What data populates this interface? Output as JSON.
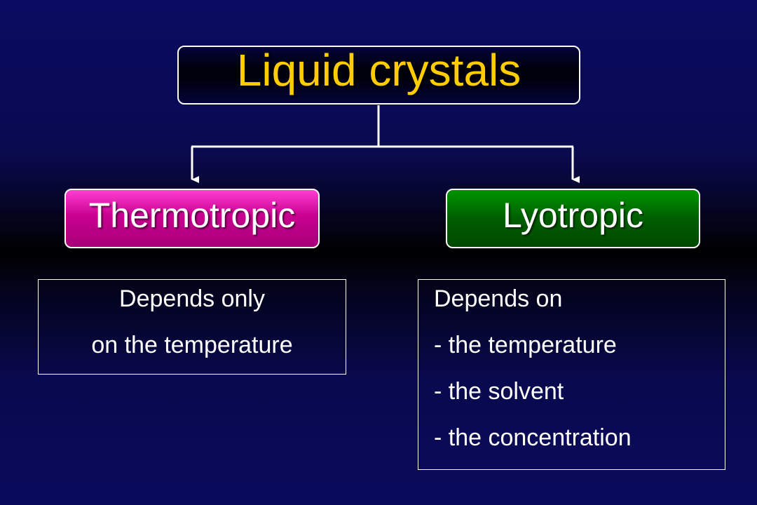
{
  "diagram": {
    "title": "Liquid crystals",
    "branches": [
      {
        "label": "Thermotropic",
        "color": "#c90090",
        "description": [
          "Depends only",
          "on the temperature"
        ]
      },
      {
        "label": "Lyotropic",
        "color": "#005f00",
        "description": [
          "Depends on",
          "- the temperature",
          "- the solvent",
          "- the concentration"
        ]
      }
    ],
    "colors": {
      "title_text": "#ffcc00",
      "background": "#0a0a5c",
      "lines": "#ffffff"
    }
  }
}
